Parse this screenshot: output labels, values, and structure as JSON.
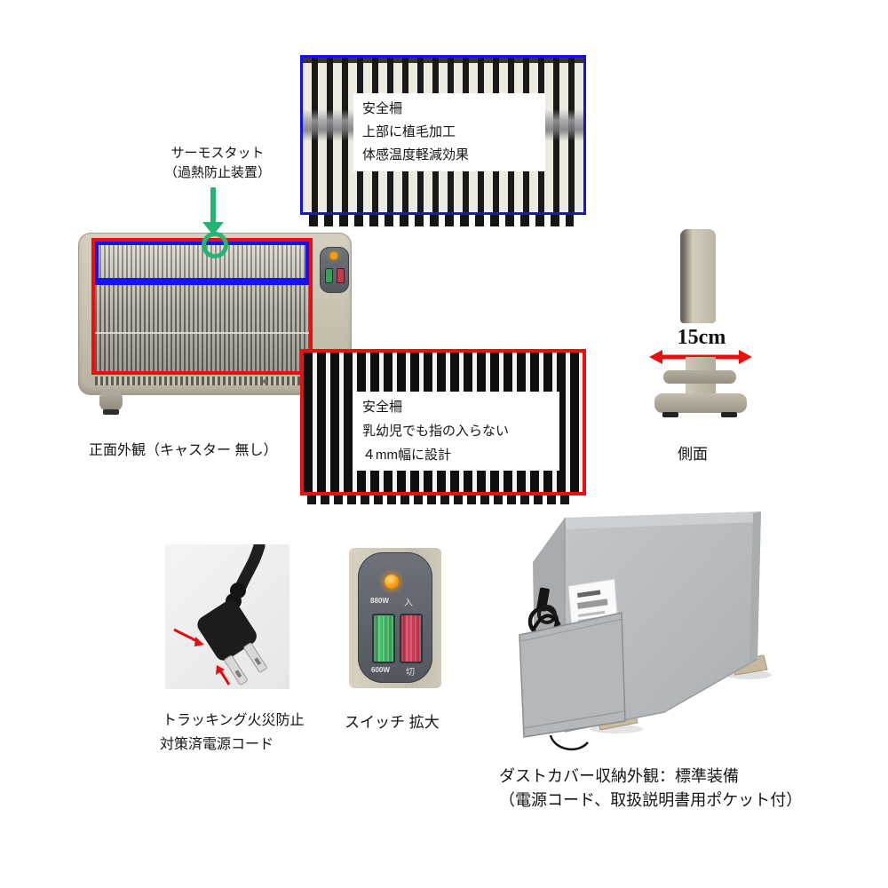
{
  "colors": {
    "highlight_blue": "#1212e8",
    "highlight_red": "#ee0d0d",
    "pointer_green": "#22b573",
    "heater_beige": "#c8c2b1",
    "cover_gray": "#b9bcbf",
    "led_orange": "#ff9800",
    "switch_green": "#2ea14f",
    "switch_red": "#c9354e"
  },
  "top_detail": {
    "lines": [
      "安全柵",
      "上部に植毛加工",
      "体感温度軽減効果"
    ]
  },
  "thermostat": {
    "lines": [
      "サーモスタット",
      "（過熱防止装置）"
    ]
  },
  "front_view": {
    "caption": "正面外観（キャスター 無し）"
  },
  "safety_detail": {
    "lines": [
      "安全柵",
      "乳幼児でも指の入らない",
      "４mm幅に設計"
    ]
  },
  "side_view": {
    "width_label": "15cm",
    "caption": "側面"
  },
  "power_cord": {
    "caption_lines": [
      "トラッキング火災防止",
      "対策済電源コード"
    ]
  },
  "switch_panel": {
    "caption": "スイッチ 拡大",
    "labels": {
      "top_left": "880W",
      "top_right": "入",
      "bottom_left": "600W",
      "bottom_right": "切"
    }
  },
  "dust_cover": {
    "caption_lines": [
      "ダストカバー収納外観：標準装備",
      "（電源コード、取扱説明書用ポケット付）"
    ]
  }
}
